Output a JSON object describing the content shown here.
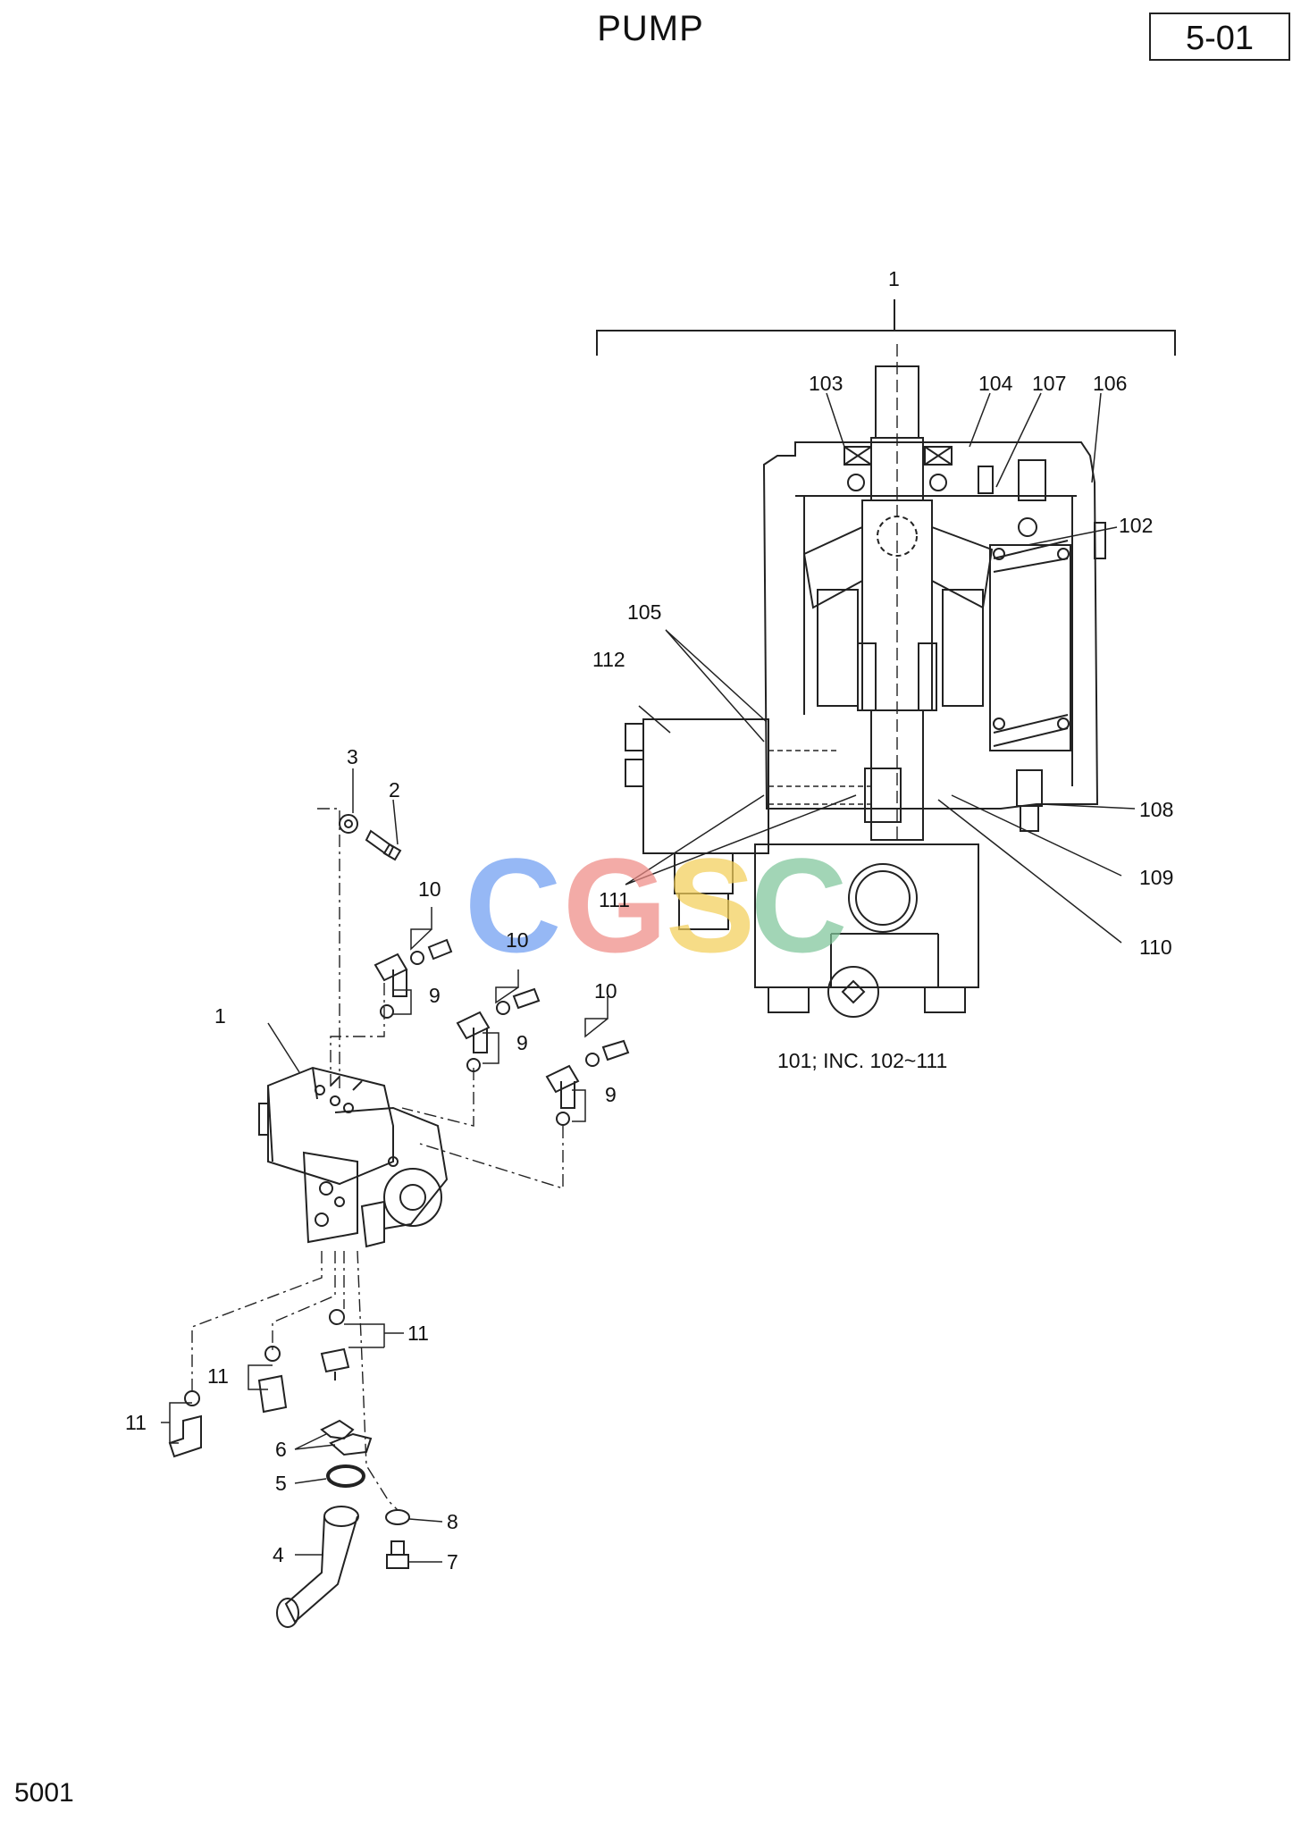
{
  "header": {
    "title": "PUMP",
    "page_number": "5-01"
  },
  "footer": {
    "code": "5001"
  },
  "note": "101; INC. 102~111",
  "watermark": {
    "letters": [
      {
        "ch": "C",
        "color": "#6f9ef2"
      },
      {
        "ch": "G",
        "color": "#ef8c86"
      },
      {
        "ch": "S",
        "color": "#f3cf5a"
      },
      {
        "ch": "C",
        "color": "#7fc69a"
      }
    ]
  },
  "callouts": {
    "c1_top": "1",
    "c103": "103",
    "c104": "104",
    "c107": "107",
    "c106": "106",
    "c102": "102",
    "c105": "105",
    "c112": "112",
    "c111": "111",
    "c108": "108",
    "c109": "109",
    "c110": "110",
    "c3": "3",
    "c2": "2",
    "c10_a": "10",
    "c9_a": "9",
    "c10_b": "10",
    "c9_b": "9",
    "c10_c": "10",
    "c9_c": "9",
    "c1_left": "1",
    "c11_a": "11",
    "c11_b": "11",
    "c11_c": "11",
    "c6": "6",
    "c5": "5",
    "c8": "8",
    "c4": "4",
    "c7": "7"
  }
}
